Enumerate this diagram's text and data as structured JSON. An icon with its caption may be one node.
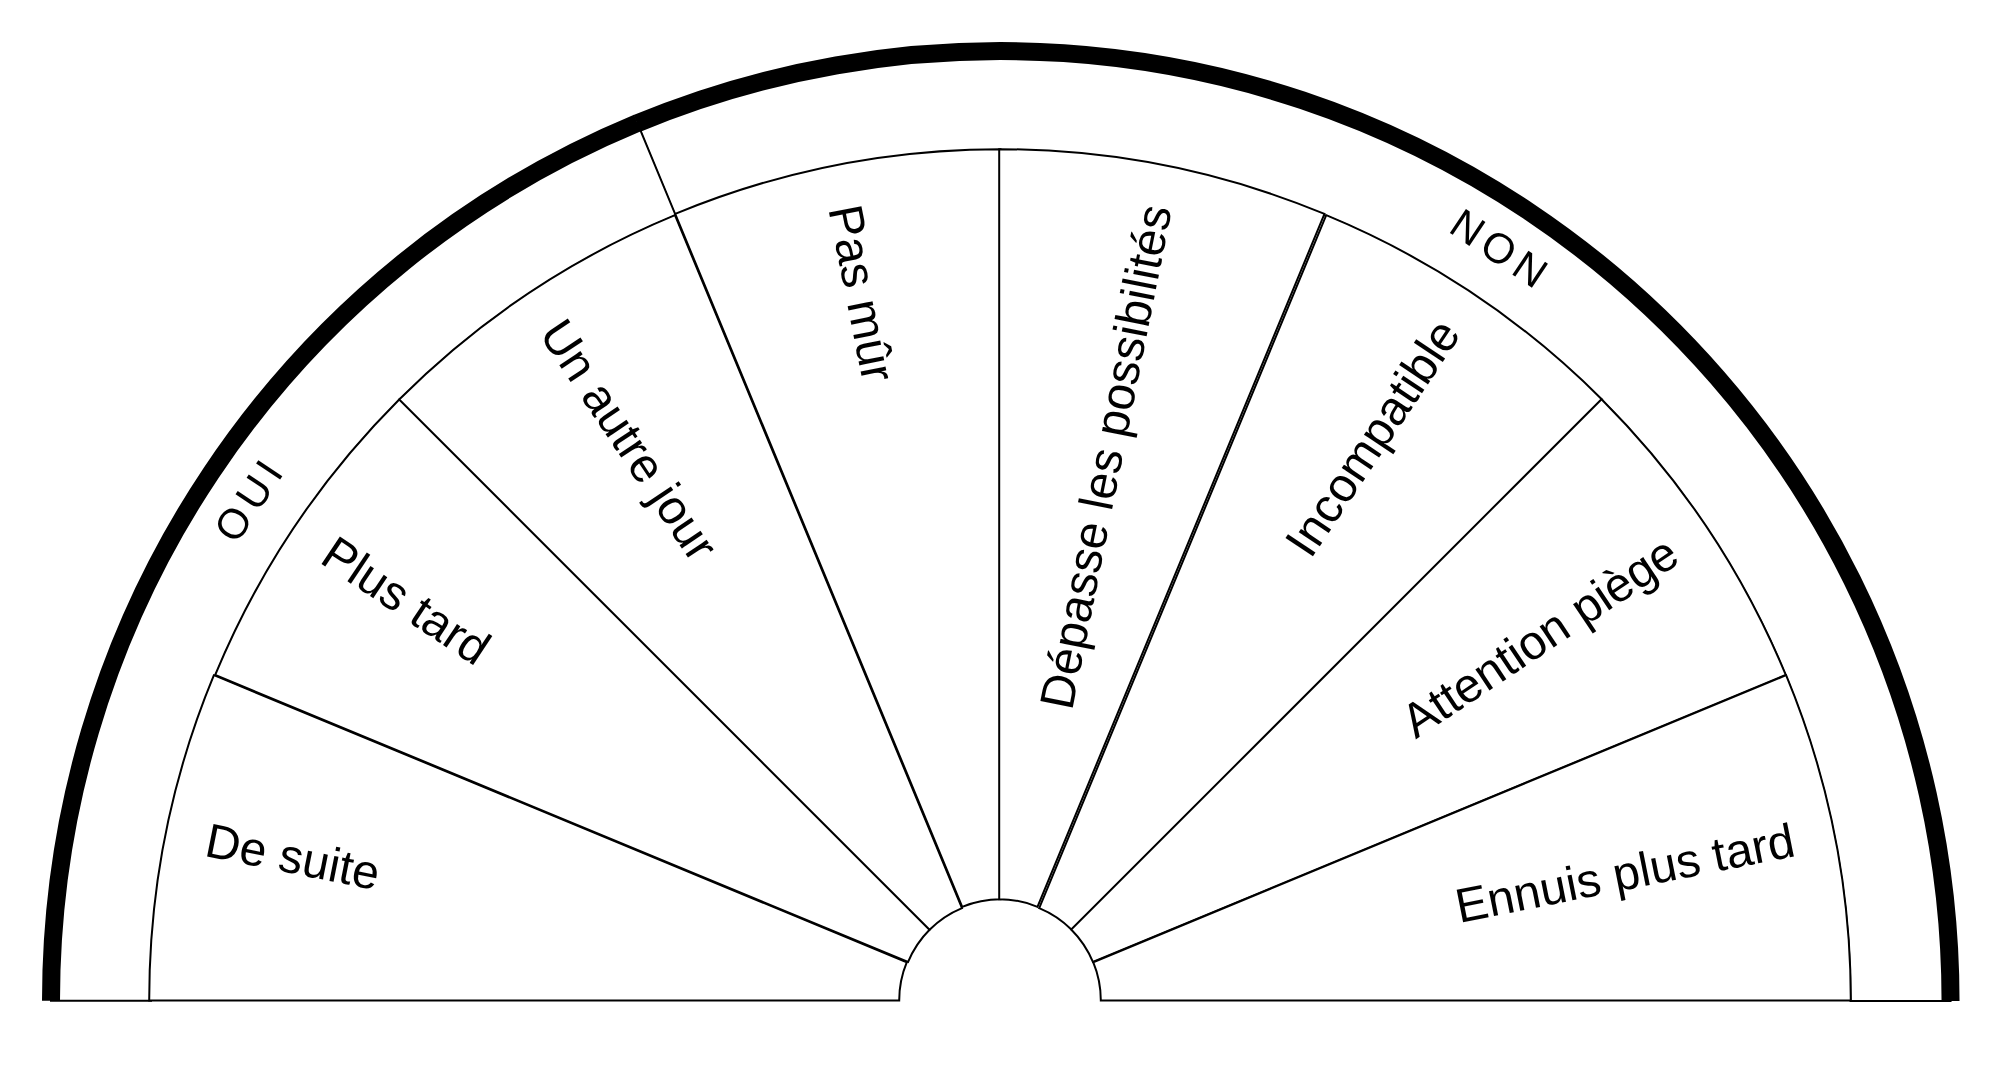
{
  "diagram": {
    "nodes": [
      {
        "text": [
          "OUI"
        ]
      },
      {
        "text": [
          "NON"
        ]
      },
      {
        "text": [
          "De suite"
        ]
      },
      {
        "text": [
          "Plus tard"
        ]
      },
      {
        "text": [
          "Un autre jour"
        ]
      },
      {
        "text": [
          "Pas mûr"
        ]
      },
      {
        "text": [
          "Dépasse les possibilités"
        ]
      },
      {
        "text": [
          "Incompatible"
        ]
      },
      {
        "text": [
          "Attention piège"
        ]
      },
      {
        "text": [
          "Ennuis plus tard"
        ]
      }
    ]
  }
}
